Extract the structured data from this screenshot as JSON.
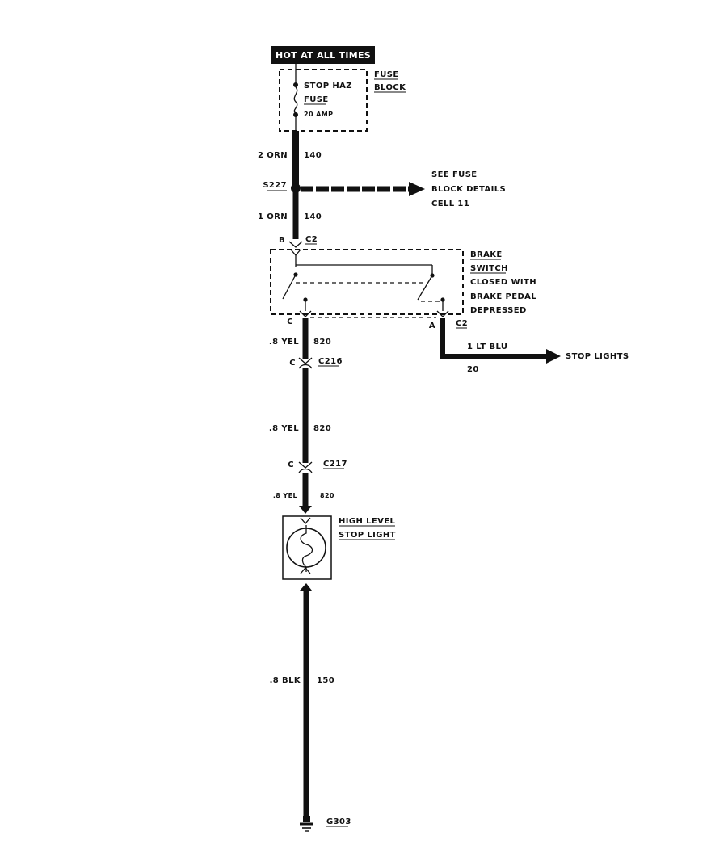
{
  "power": {
    "label": "HOT AT ALL TIMES"
  },
  "fuse_block": {
    "title_line1": "FUSE",
    "title_line2": "BLOCK",
    "fuse_name": "STOP HAZ",
    "fuse_word": "FUSE",
    "fuse_rating": "20 AMP"
  },
  "wires": {
    "w1": {
      "gauge_color": "2 ORN",
      "circuit": "140"
    },
    "w2": {
      "gauge_color": "1 ORN",
      "circuit": "140"
    },
    "w3": {
      "gauge_color": ".8 YEL",
      "circuit": "820"
    },
    "w4": {
      "gauge_color": ".8 YEL",
      "circuit": "820"
    },
    "w5": {
      "gauge_color": ".8 YEL",
      "circuit": "820"
    },
    "w6": {
      "gauge_color": ".8 BLK",
      "circuit": "150"
    },
    "stop": {
      "gauge_color": "1 LT BLU",
      "circuit": "20"
    }
  },
  "splice": {
    "id": "S227",
    "ref_line1": "SEE FUSE",
    "ref_line2": "BLOCK DETAILS",
    "ref_line3": "CELL 11"
  },
  "brake_switch": {
    "title_line1": "BRAKE",
    "title_line2": "SWITCH",
    "desc_line1": "CLOSED WITH",
    "desc_line2": "BRAKE PEDAL",
    "desc_line3": "DEPRESSED"
  },
  "connectors": {
    "c2_top": {
      "id": "C2",
      "pin": "B"
    },
    "c2_bottom_left": {
      "pin": "C"
    },
    "c2_bottom_right": {
      "id": "C2",
      "pin": "A"
    },
    "c216": {
      "id": "C216",
      "pin": "C"
    },
    "c217": {
      "id": "C217",
      "pin": "C"
    }
  },
  "stop_lights": {
    "label": "STOP LIGHTS"
  },
  "high_level_light": {
    "title_line1": "HIGH LEVEL",
    "title_line2": "STOP LIGHT"
  },
  "ground": {
    "id": "G303"
  }
}
